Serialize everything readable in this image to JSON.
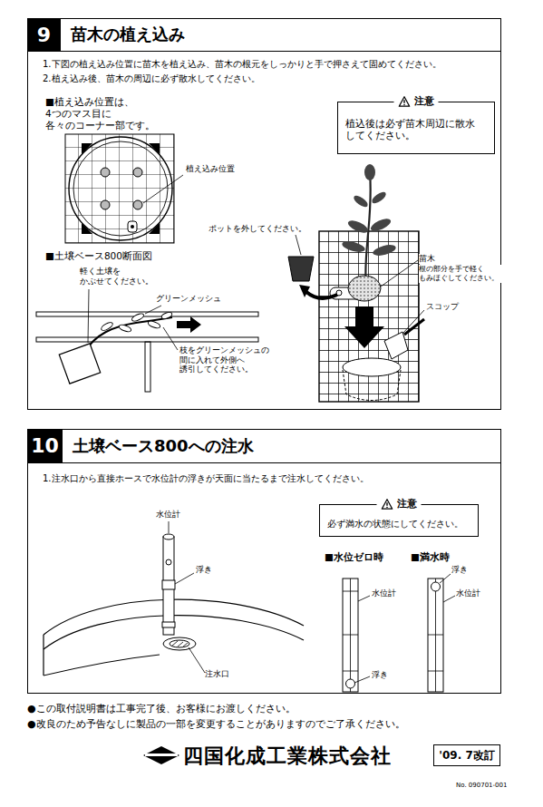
{
  "diagram": {
    "nodes": [
      {
        "text": [
          "1.下図の植え込み位置に苗木を植え込み、苗木の根元をしっかりと手で押さえて固めてください。",
          "2.植え込み後、苗木の周辺に必ず散水してください。"
        ]
      },
      {
        "text": [
          "苗木の植え込み"
        ],
        "in": 0
      },
      {
        "text": [
          "9"
        ],
        "in": 1
      },
      {
        "text": [
          "注意",
          "植込後は必ず苗木周辺に散水 してください。"
        ],
        "in": 0
      },
      {
        "text": [
          "1.注水口から直接ホースで水位計の浮きが天面に当たるまで注水してください。"
        ]
      },
      {
        "text": [
          "土壌ベース800への注水"
        ],
        "in": 4
      },
      {
        "text": [
          "10"
        ],
        "in": 5
      },
      {
        "text": [
          "注意",
          "必ず満水の状態にしてください。"
        ],
        "in": 4
      },
      {
        "text": [
          "'09. 7改訂"
        ]
      }
    ],
    "labels": [
      "■植え込み位置は、4つのマス目に 各々のコーナー部です。",
      "植え込み位置",
      "■土壌ベース800断面図",
      "軽く土壌を かぶせてください。",
      "グリーンメッシュ",
      "枝をグリーンメッシュの 間に入れて外側へ 誘引してください。",
      "ポットを外してください。",
      "苗木",
      "根の部分を手で軽く もみほぐしてください。",
      "スコップ",
      "水位計",
      "浮き",
      "注水口",
      "■水位ゼロ時",
      "■満水時",
      "水位計",
      "浮き",
      "浮き",
      "水位計",
      "●この取付説明書は工事完了後、お客様にお渡しください。",
      "●改良のため予告なしに製品の一部を変更することがありますのでご了承ください。",
      "四国化成工業株式会社",
      "No. 090701-001"
    ]
  }
}
